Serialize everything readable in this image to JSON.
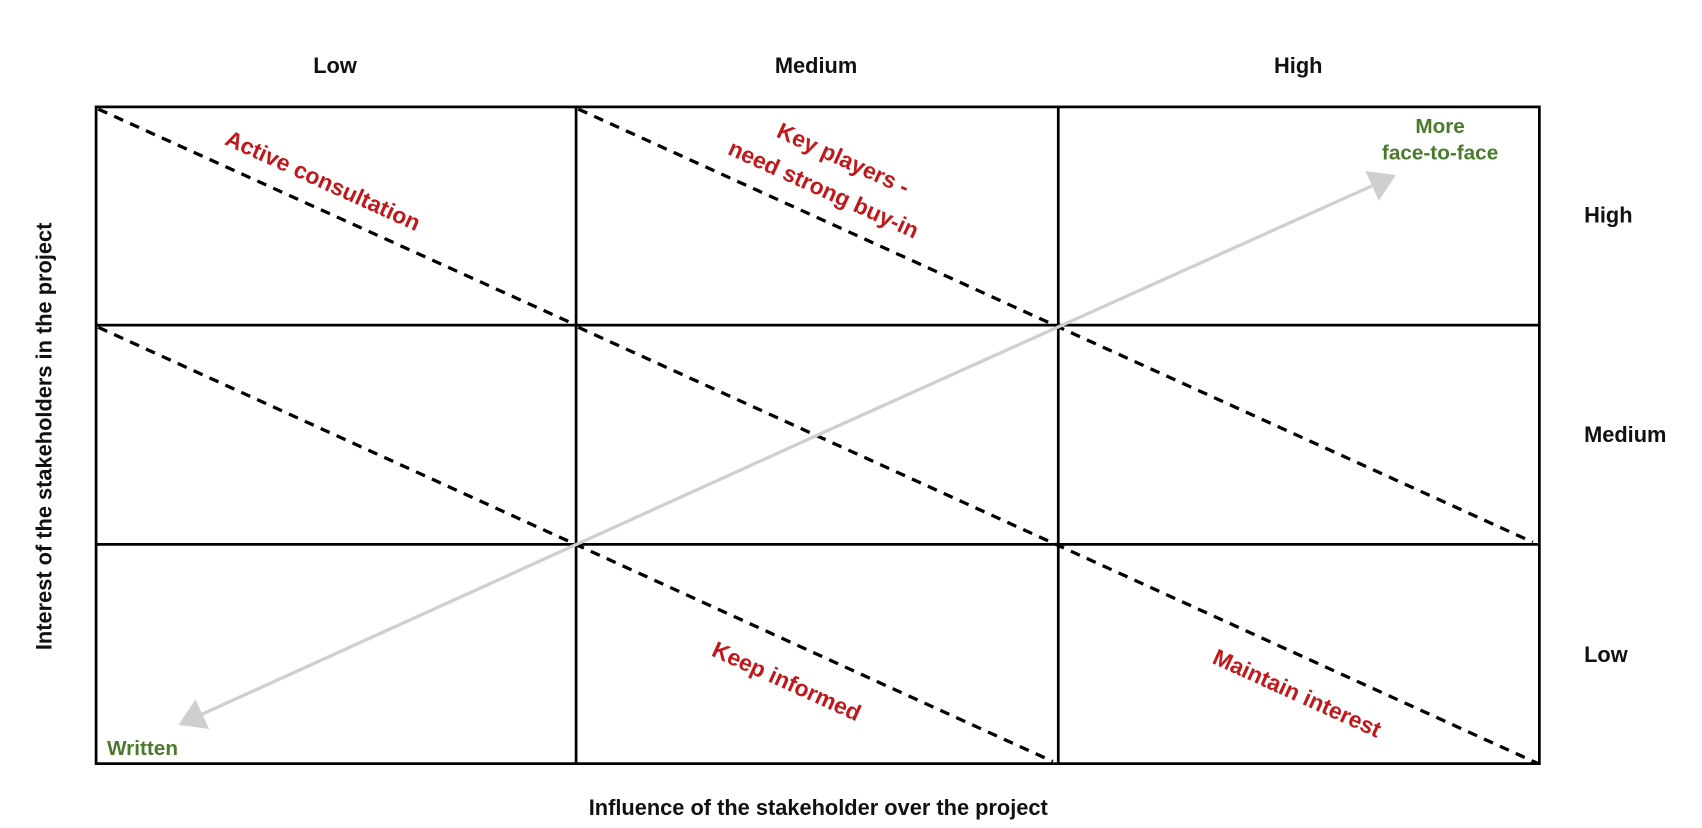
{
  "x_axis": {
    "title": "Influence of the stakeholder over the project",
    "ticks": [
      "Low",
      "Medium",
      "High"
    ]
  },
  "y_axis": {
    "title": "Interest of the stakeholders in the project",
    "ticks": [
      "High",
      "Medium",
      "Low"
    ]
  },
  "zones": {
    "active_consultation": "Active consultation",
    "key_players_line1": "Key players -",
    "key_players_line2": "need strong buy-in",
    "keep_informed": "Keep informed",
    "maintain_interest": "Maintain interest"
  },
  "communication_axis": {
    "high_line1": "More",
    "high_line2": "face-to-face",
    "low": "Written"
  },
  "colors": {
    "zone_text": "#c0181b",
    "communication_text": "#4a7a2c",
    "arrow": "#cfcfcf"
  }
}
